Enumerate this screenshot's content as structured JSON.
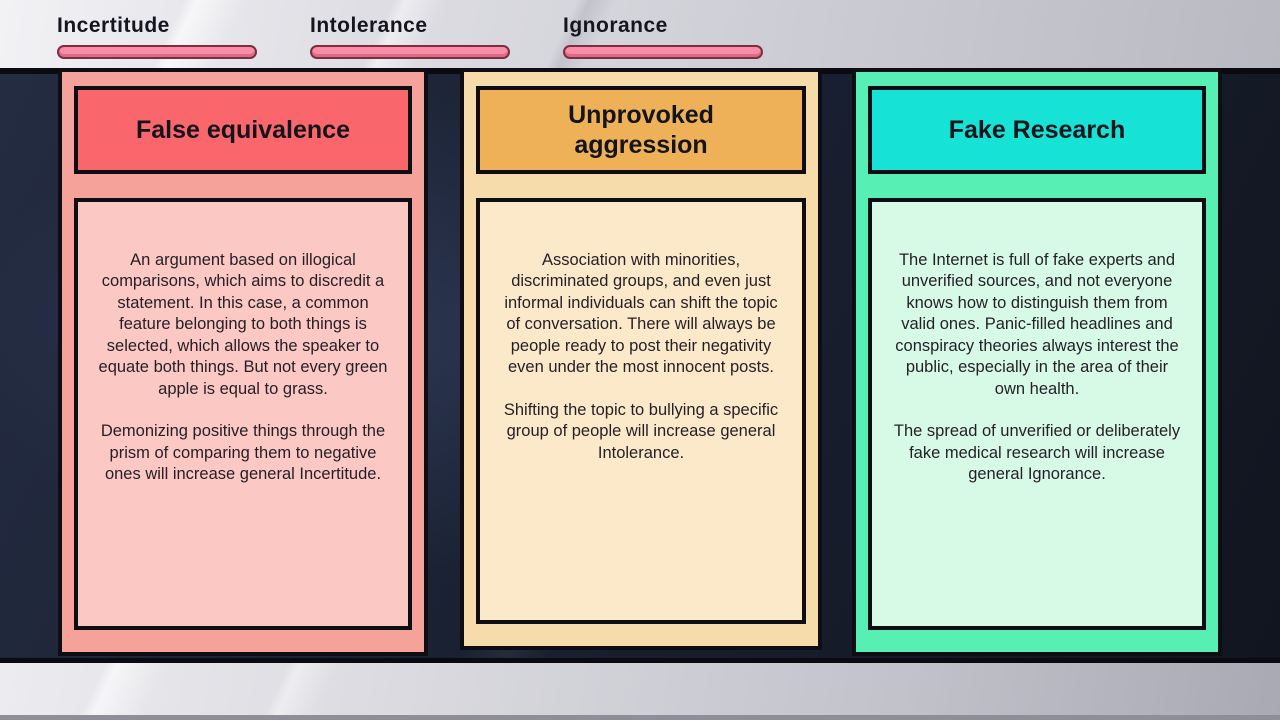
{
  "stats": [
    {
      "label": "Incertitude",
      "bar_color": "#f98ca6",
      "bar_border_color": "#7d2d3e",
      "bar_full": true
    },
    {
      "label": "Intolerance",
      "bar_color": "#f98ca6",
      "bar_border_color": "#7d2d3e",
      "bar_full": true
    },
    {
      "label": "Ignorance",
      "bar_color": "#f98ca6",
      "bar_border_color": "#7d2d3e",
      "bar_full": true
    }
  ],
  "cards": [
    {
      "title": "False equivalence",
      "paragraphs": [
        "An argument based on illogical comparisons, which aims to discredit a statement. In this case, a common feature belonging to both things is selected, which allows the speaker to equate both things. But not every green apple is equal to grass.",
        "Demonizing positive things through the prism of comparing them to negative ones will increase general Incertitude."
      ],
      "colors": {
        "frame": "#f5a29b",
        "header": "#f9666c",
        "body": "#fbc8c4"
      }
    },
    {
      "title": "Unprovoked aggression",
      "paragraphs": [
        "Association with minorities, discriminated groups, and even just informal individuals can shift the topic of conversation. There will always be people ready to post their negativity even under the most innocent posts.",
        "Shifting the topic to bullying a specific group of people will increase general Intolerance."
      ],
      "colors": {
        "frame": "#f6dcab",
        "header": "#eeb157",
        "body": "#fce9c9"
      }
    },
    {
      "title": "Fake Research",
      "paragraphs": [
        "The Internet is full of fake experts and unverified sources, and not everyone knows how to distinguish them from valid ones. Panic-filled headlines and conspiracy theories always interest the public, especially in the area of their own health.",
        "The spread of unverified or deliberately fake medical research will increase general Ignorance."
      ],
      "colors": {
        "frame": "#57efb4",
        "header": "#17e2d6",
        "body": "#d7fae7"
      }
    }
  ]
}
